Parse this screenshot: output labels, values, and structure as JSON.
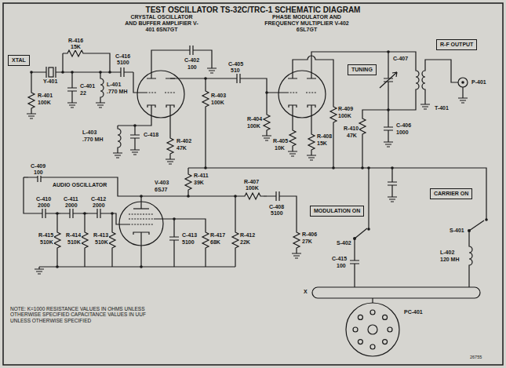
{
  "diagram": {
    "title": "TEST OSCILLATOR TS-32C/TRC-1 SCHEMATIC DIAGRAM",
    "nodes": [
      {
        "text": [
          "XTAL"
        ]
      },
      {
        "text": [
          "TUNING"
        ]
      },
      {
        "text": [
          "R-F OUTPUT"
        ]
      },
      {
        "text": [
          "MODULATION ON"
        ]
      },
      {
        "text": [
          "CARRIER ON"
        ]
      }
    ],
    "labels": [
      "CRYSTAL OSCILLATOR AND BUFFER AMPLIFIER V-401 6SN7GT",
      "PHASE MODULATOR AND FREQUENCY MULTIPLIER V-402 6SL7GT",
      "Y-401",
      "R-401",
      "100K",
      "C-401",
      "22",
      "L-401",
      ".770 MH",
      "R-416",
      "15K",
      "C-416",
      "5100",
      "C-402",
      "100",
      "R-403",
      "100K",
      "C-405",
      "510",
      "L-403",
      ".770 MH",
      "C-418",
      "R-402",
      "47K",
      "R-404",
      "100K",
      "R-405",
      "10K",
      "R-408",
      "15K",
      "R-409",
      "100K",
      "R-410",
      "47K",
      "C-407",
      "C-406",
      "1000",
      "T-401",
      "P-401",
      "C-409",
      "100",
      "AUDIO OSCILLATOR",
      "V-403",
      "6SJ7",
      "C-410",
      "2000",
      "C-411",
      "2000",
      "C-412",
      "2000",
      "R-415",
      "510K",
      "R-414",
      "510K",
      "R-413",
      "510K",
      "R-411",
      "39K",
      "C-413",
      "5100",
      "R-417",
      "68K",
      "R-412",
      "22K",
      "R-407",
      "100K",
      "C-408",
      "5100",
      "R-406",
      "27K",
      "S-402",
      "S-401",
      "C-415",
      "100",
      "L-402",
      "120 MH",
      "PC-401",
      "X",
      "NOTE: K=1000 RESISTANCE VALUES IN OHMS UNLESS OTHERWISE SPECIFIED CAPACITANCE VALUES IN UUF UNLESS OTHERWISE SPECIFIED",
      "26755"
    ]
  }
}
